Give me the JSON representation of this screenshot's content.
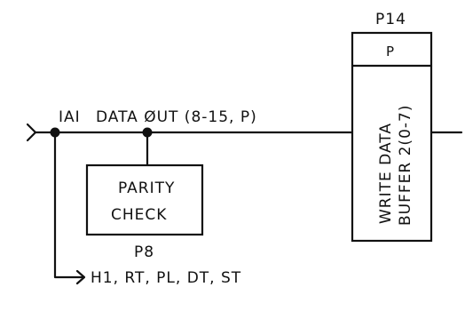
{
  "signals": {
    "bus_id": "IAI",
    "bus_label": "DATA ØUT (8-15, P)",
    "fanout_label": "H1, RT, PL, DT, ST"
  },
  "parity_check": {
    "line1": "PARITY",
    "line2": "CHECK",
    "ref": "P8"
  },
  "write_buffer": {
    "ref": "P14",
    "header": "P",
    "line1": "WRITE DATA",
    "line2": "BUFFER 2(0-7)"
  }
}
